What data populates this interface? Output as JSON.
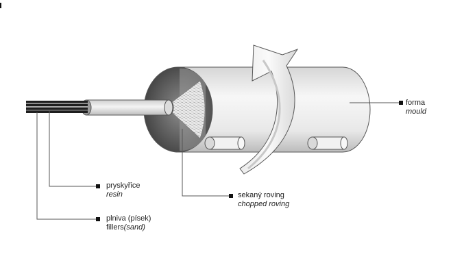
{
  "labels": {
    "forma": {
      "cs": "forma",
      "en": "mould"
    },
    "pryskyrice": {
      "cs": "pryskyřice",
      "en": "resin"
    },
    "roving": {
      "cs": "sekaný roving",
      "en": "chopped roving"
    },
    "plniva": {
      "cs": "plniva (písek)",
      "en_prefix": "fillers",
      "en_paren": "(sand)"
    }
  },
  "colors": {
    "line": "#555555",
    "cylinder_light": "#f4f4f4",
    "cylinder_dark": "#bdbdbd",
    "face_dark": "#4a4a4a",
    "tube": "#e6e6e6"
  }
}
